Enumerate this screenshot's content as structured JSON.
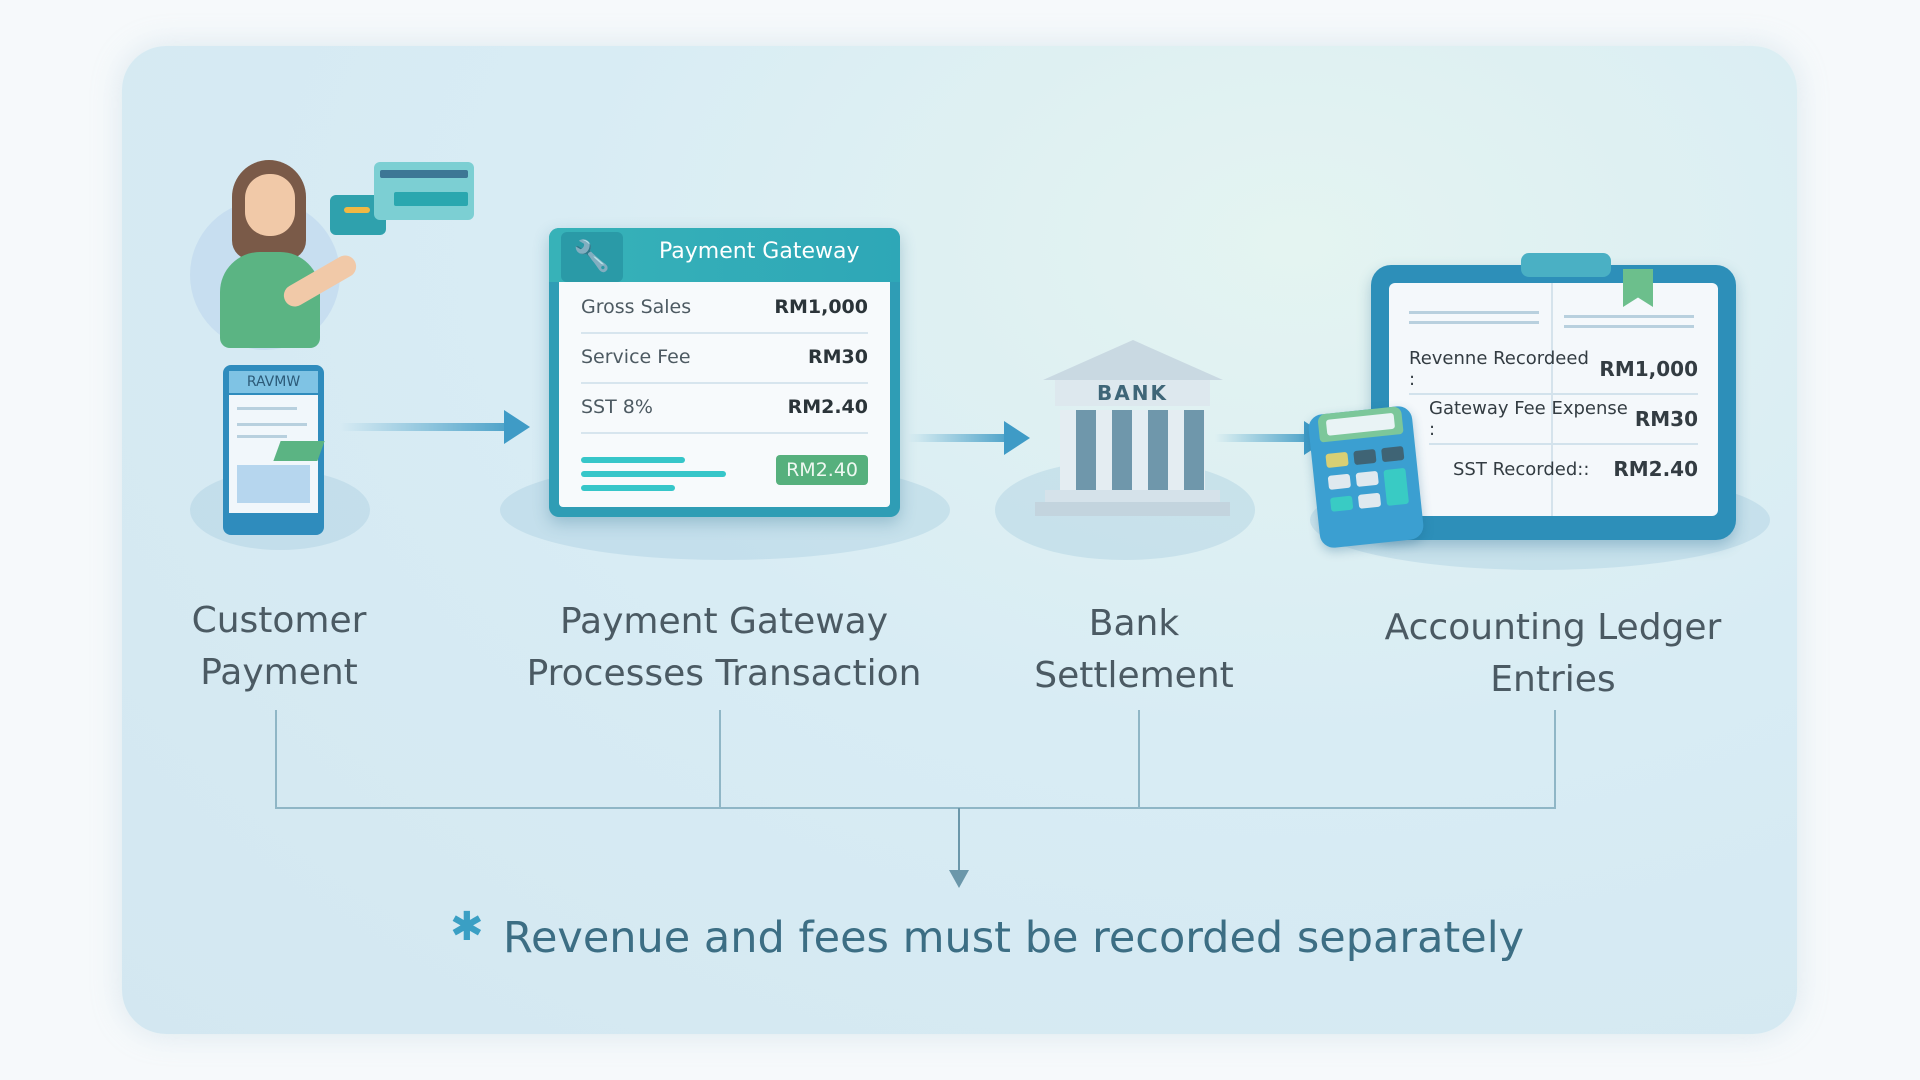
{
  "steps": [
    {
      "label_line1": "Customer",
      "label_line2": "Payment"
    },
    {
      "label_line1": "Payment Gateway",
      "label_line2": "Processes Transaction"
    },
    {
      "label_line1": "Bank",
      "label_line2": "Settlement"
    },
    {
      "label_line1": "Accounting Ledger",
      "label_line2": "Entries"
    }
  ],
  "phone": {
    "screen_title": "RAVMW"
  },
  "gateway_card": {
    "title": "Payment Gateway",
    "icon": "wrench-icon",
    "rows": [
      {
        "label": "Gross Sales",
        "value": "RM1,000"
      },
      {
        "label": "Service Fee",
        "value": "RM30"
      },
      {
        "label": "SST 8%",
        "value": "RM2.40"
      }
    ],
    "badge": "RM2.40"
  },
  "bank": {
    "sign": "BANK"
  },
  "ledger": {
    "rows": [
      {
        "label": "Revenne Recordeed :",
        "value": "RM1,000"
      },
      {
        "label": "Gateway Fee Expense :",
        "value": "RM30"
      },
      {
        "label": "SST Recorded::",
        "value": "RM2.40"
      }
    ]
  },
  "note": {
    "icon": "asterisk-icon",
    "text": "Revenue and fees must be recorded separately"
  },
  "colors": {
    "accent": "#2f9db5",
    "arrow": "#3f9bc6",
    "badge": "#56b07d",
    "text": "#4b5a63",
    "note": "#3c6e84"
  }
}
